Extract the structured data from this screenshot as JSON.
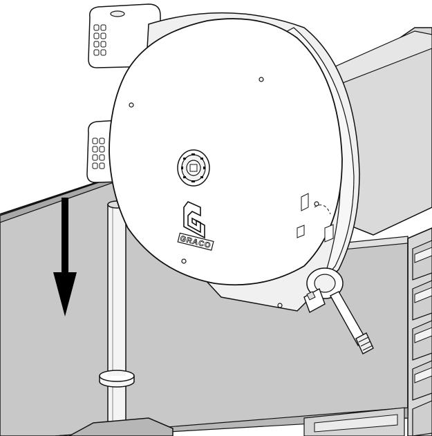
{
  "illustration": {
    "subject": "hose-reel-mounting-on-post",
    "direction_arrow": "down-arrow",
    "logo": {
      "text": "GRACO",
      "icon": "graco-g-logo-icon"
    },
    "colors": {
      "line": "#111111",
      "bench_top": "#c8c8c8",
      "bench_front": "#e2e2e2",
      "bench_edge": "#b0b0b0",
      "cabinet": "#d8d8d8",
      "wall": "#dadada",
      "reel": "#ffffff",
      "reel_shadow": "#f0f0f0"
    }
  }
}
